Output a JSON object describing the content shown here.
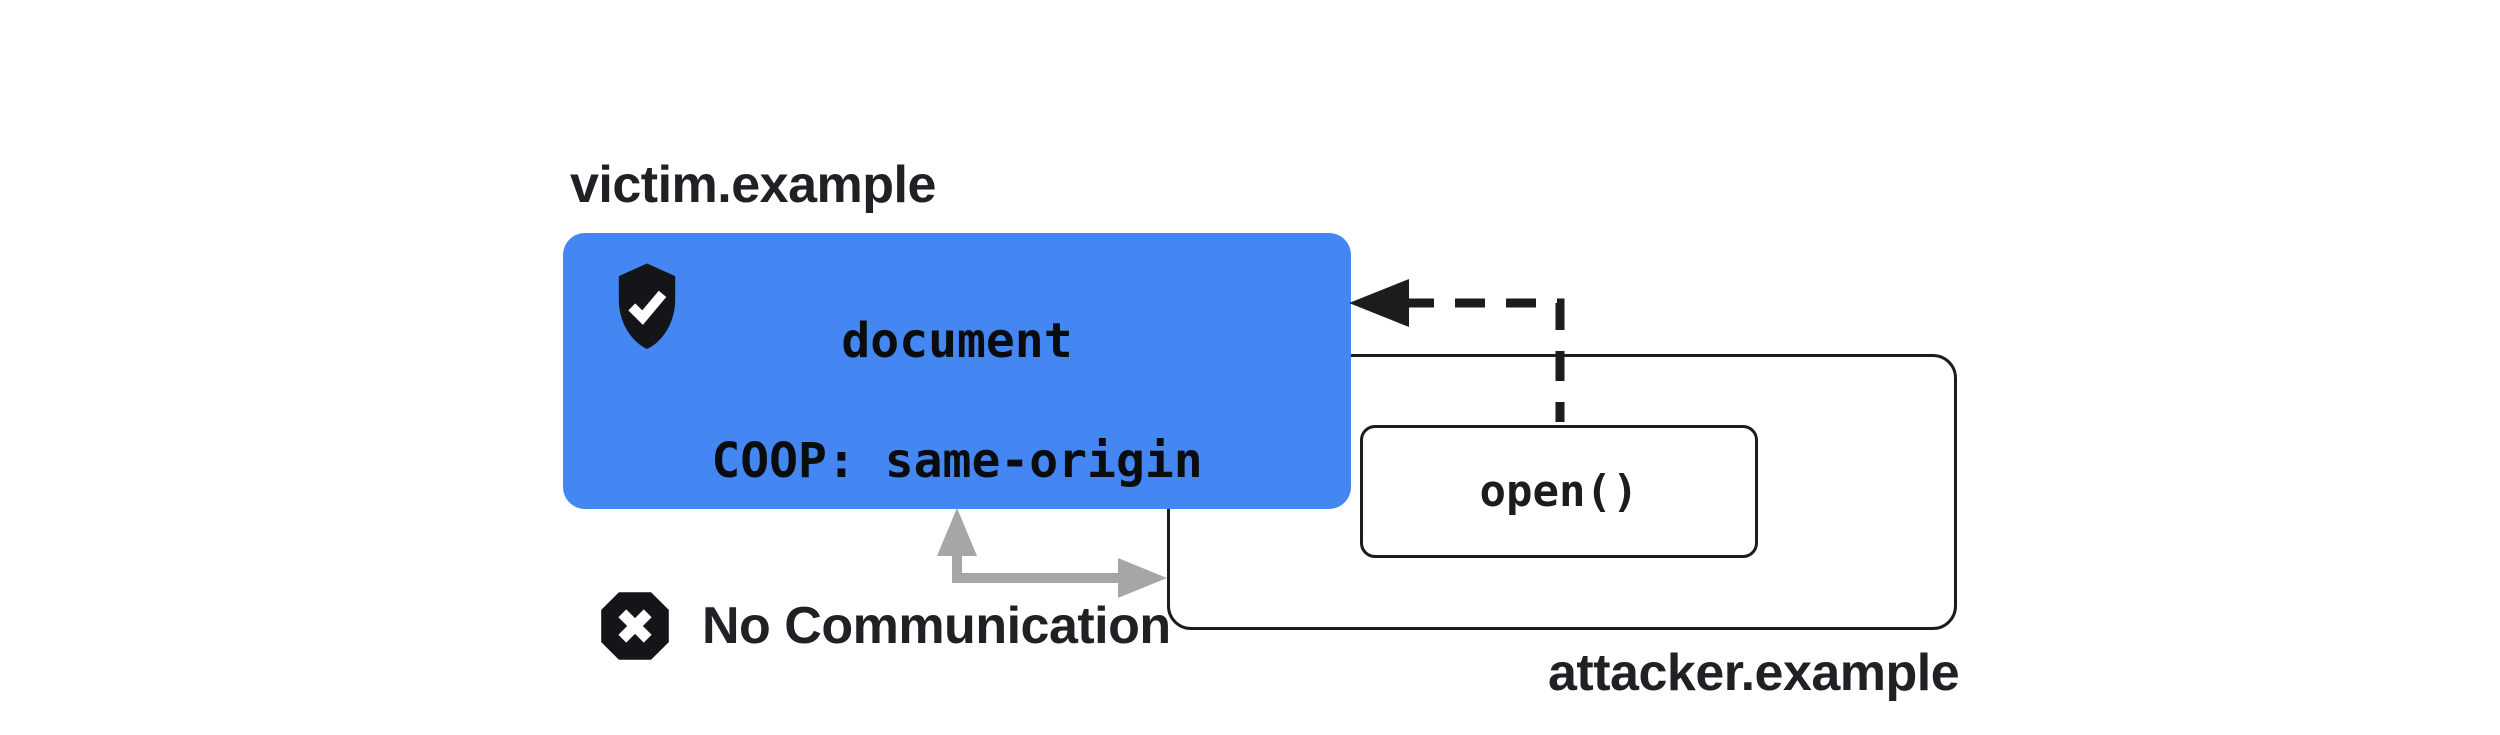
{
  "colors": {
    "accent_blue": "#4486F2",
    "ink": "#1A1C1E",
    "text": "#202124",
    "arrow_gray": "#A6A6A6",
    "background": "#FFFFFF"
  },
  "diagram": {
    "victim": {
      "domain_label": "victim.example",
      "icon": "shield-check-icon",
      "box_lines": {
        "line1": "document",
        "line2": "COOP: same-origin"
      }
    },
    "attacker": {
      "domain_label": "attacker.example",
      "open_call_label": "open()"
    },
    "blocked_communication": {
      "icon": "x-octagon-icon",
      "label": "No Communication"
    }
  }
}
